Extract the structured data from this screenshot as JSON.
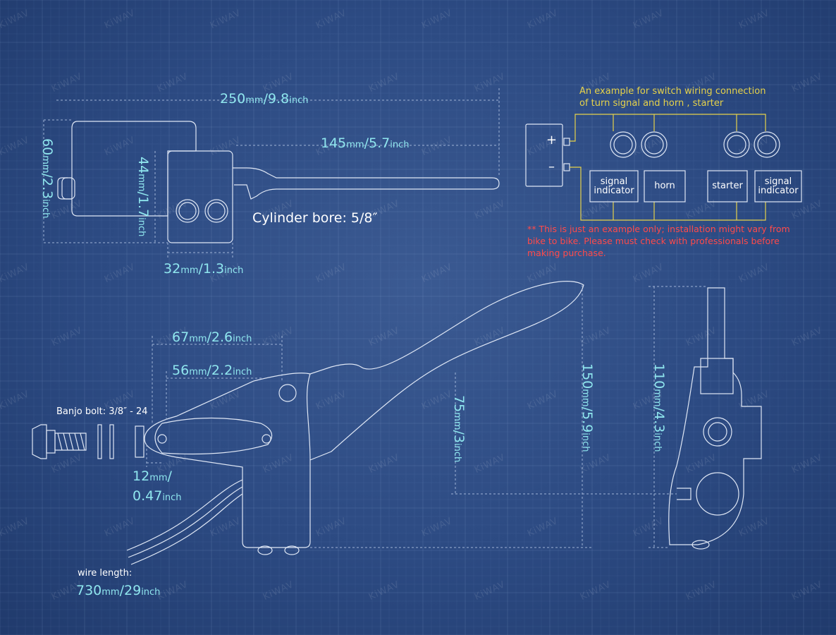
{
  "watermark": "KiWAV",
  "colors": {
    "background": "#2c4a82",
    "dimension_text": "#8fe6ee",
    "wiring_note": "#e6d24a",
    "warning_note": "#ff4a4a",
    "line": "#dfe7f5"
  },
  "top_view": {
    "overall_length": {
      "value": "250",
      "mm": "mm",
      "sep": "/",
      "inch_value": "9.8",
      "inch": "inch"
    },
    "lever_length": {
      "value": "145",
      "mm": "mm",
      "sep": "/",
      "inch_value": "5.7",
      "inch": "inch"
    },
    "body_height": {
      "value": "60",
      "mm": "mm",
      "sep": "/",
      "inch_value": "2.3",
      "inch": "inch"
    },
    "clamp_height": {
      "value": "44",
      "mm": "mm",
      "sep": "/",
      "inch_value": "1.7",
      "inch": "inch"
    },
    "clamp_width": {
      "value": "32",
      "mm": "mm",
      "sep": "/",
      "inch_value": "1.3",
      "inch": "inch"
    },
    "cylinder_bore": "Cylinder bore: 5/8″"
  },
  "wiring": {
    "note_line1": "An example for switch wiring connection",
    "note_line2": "of turn signal and horn , starter",
    "plus": "+",
    "minus": "–",
    "boxes": [
      {
        "line1": "signal",
        "line2": "indicator"
      },
      {
        "line1": "horn",
        "line2": ""
      },
      {
        "line1": "starter",
        "line2": ""
      },
      {
        "line1": "signal",
        "line2": "indicator"
      }
    ],
    "warning_line1": "** This is just an example only; installation might vary from",
    "warning_line2": "bike to bike.  Please must check with professionals before",
    "warning_line3": "making purchase."
  },
  "side_view": {
    "pivot_dist_a": {
      "value": "67",
      "mm": "mm",
      "sep": "/",
      "inch_value": "2.6",
      "inch": "inch"
    },
    "pivot_dist_b": {
      "value": "56",
      "mm": "mm",
      "sep": "/",
      "inch_value": "2.2",
      "inch": "inch"
    },
    "banjo_bolt": "Banjo bolt: 3/8″ - 24",
    "banjo_size": {
      "value": "12",
      "mm": "mm",
      "sep": "/",
      "inch_value": "0.47",
      "inch": "inch"
    },
    "lever_drop": {
      "value": "75",
      "mm": "mm",
      "sep": "/",
      "inch_value": "3",
      "inch": "inch"
    },
    "total_height": {
      "value": "150",
      "mm": "mm",
      "sep": "/",
      "inch_value": "5.9",
      "inch": "inch"
    },
    "end_height": {
      "value": "110",
      "mm": "mm",
      "sep": "/",
      "inch_value": "4.3",
      "inch": "inch"
    },
    "wire_label": "wire length:",
    "wire_length": {
      "value": "730",
      "mm": "mm",
      "sep": "/",
      "inch_value": "29",
      "inch": "inch"
    }
  }
}
